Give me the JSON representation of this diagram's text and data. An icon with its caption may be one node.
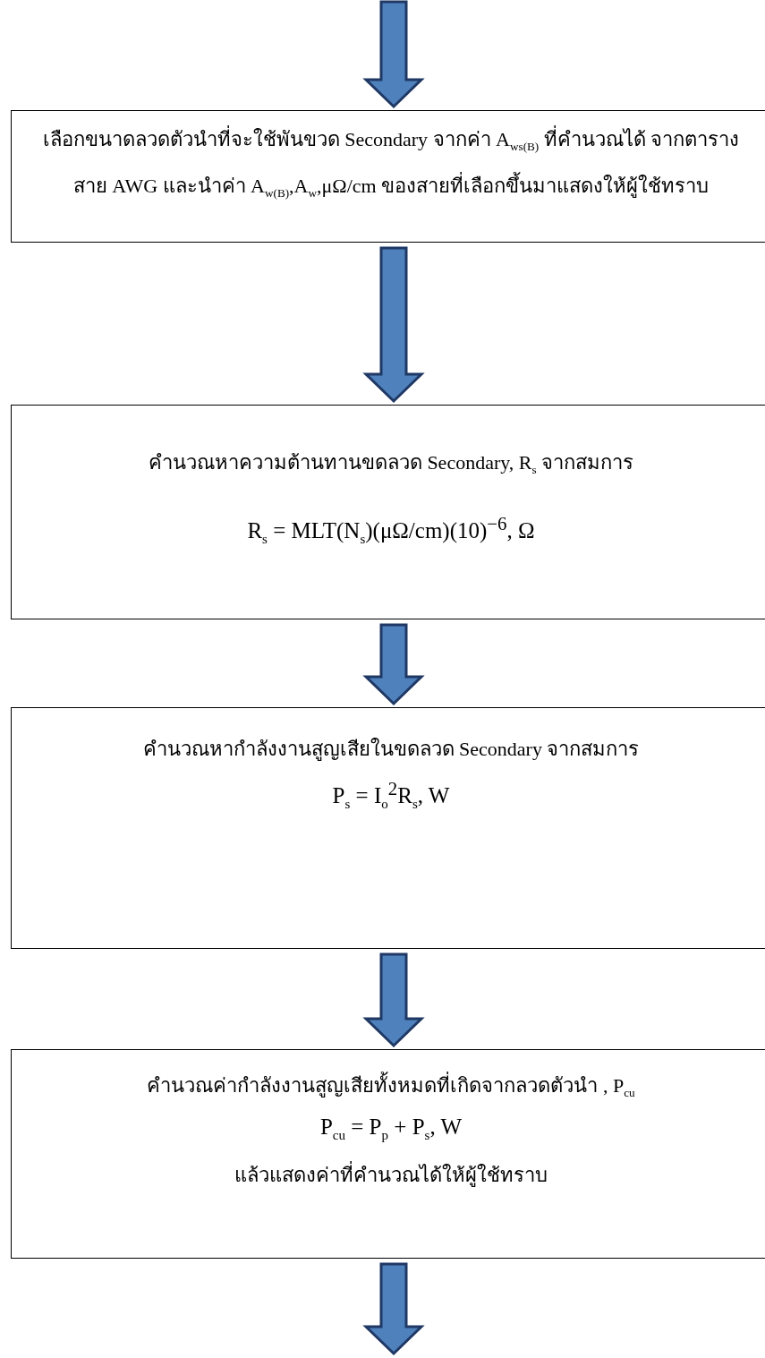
{
  "diagram": {
    "nodes": [
      {
        "text": [
          "เลือกขนาดลวดตัวนำที่จะใช้พันขวด Secondary จากค่า A$_{ws(B)}$ ที่คำนวณได้ จากตารางสาย AWG และนำค่า A$_{w(B)}$,A$_{w}$,μΩ/cm ของสายที่เลือกขึ้นมาแสดงให้ผู้ใช้ทราบ"
        ]
      },
      {
        "text": [
          "คำนวณหาความต้านทานขดลวด Secondary, R$_{s}$ จากสมการ",
          "R$_{s}$ = MLT(N$_{s}$)(μΩ/cm)(10)$^{−6}$, Ω"
        ]
      },
      {
        "text": [
          "คำนวณหากำลังงานสูญเสียในขดลวด Secondary จากสมการ",
          "P$_{s}$ = I$_{o}$$^{2}$R$_{s}$, W"
        ]
      },
      {
        "text": [
          "คำนวณค่ากำลังงานสูญเสียทั้งหมดที่เกิดจากลวดตัวนำ , P$_{cu}$",
          "P$_{cu}$ = P$_{p}$ + P$_{s}$, W",
          "แล้วแสดงค่าที่คำนวณได้ให้ผู้ใช้ทราบ"
        ]
      }
    ],
    "edges": [
      {
        "from": null,
        "to": 0,
        "arrow": "to"
      },
      {
        "from": 0,
        "to": 1,
        "arrow": "to"
      },
      {
        "from": 1,
        "to": 2,
        "arrow": "to"
      },
      {
        "from": 2,
        "to": 3,
        "arrow": "to"
      },
      {
        "from": 3,
        "to": null,
        "arrow": "to"
      }
    ]
  }
}
